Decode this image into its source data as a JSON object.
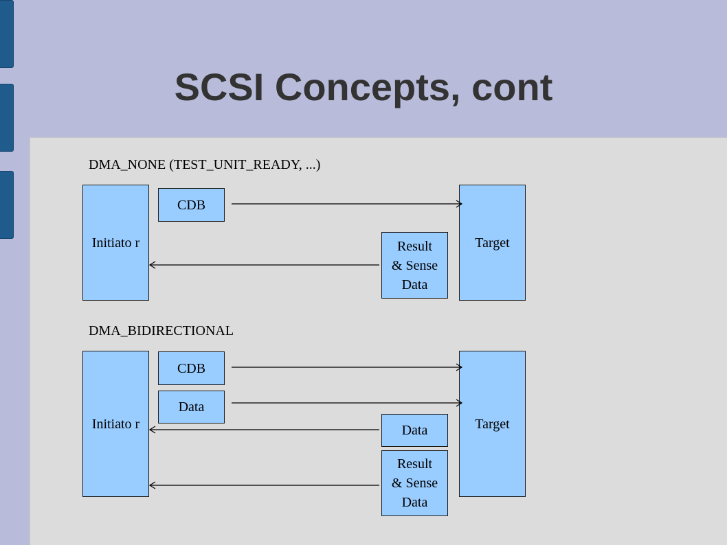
{
  "slide": {
    "title": "SCSI Concepts, cont",
    "colors": {
      "background": "#b8bcda",
      "panel": "#dcdcdc",
      "box_fill": "#99ccff",
      "tab": "#1f5b8c"
    }
  },
  "diagram1": {
    "label": "DMA_NONE (TEST_UNIT_READY, ...)",
    "initiator": "Initiato r",
    "target": "Target",
    "cdb": "CDB",
    "result": "Result & Sense Data"
  },
  "diagram2": {
    "label": "DMA_BIDIRECTIONAL",
    "initiator": "Initiato r",
    "target": "Target",
    "cdb": "CDB",
    "data_out": "Data",
    "data_in": "Data",
    "result": "Result & Sense Data"
  }
}
